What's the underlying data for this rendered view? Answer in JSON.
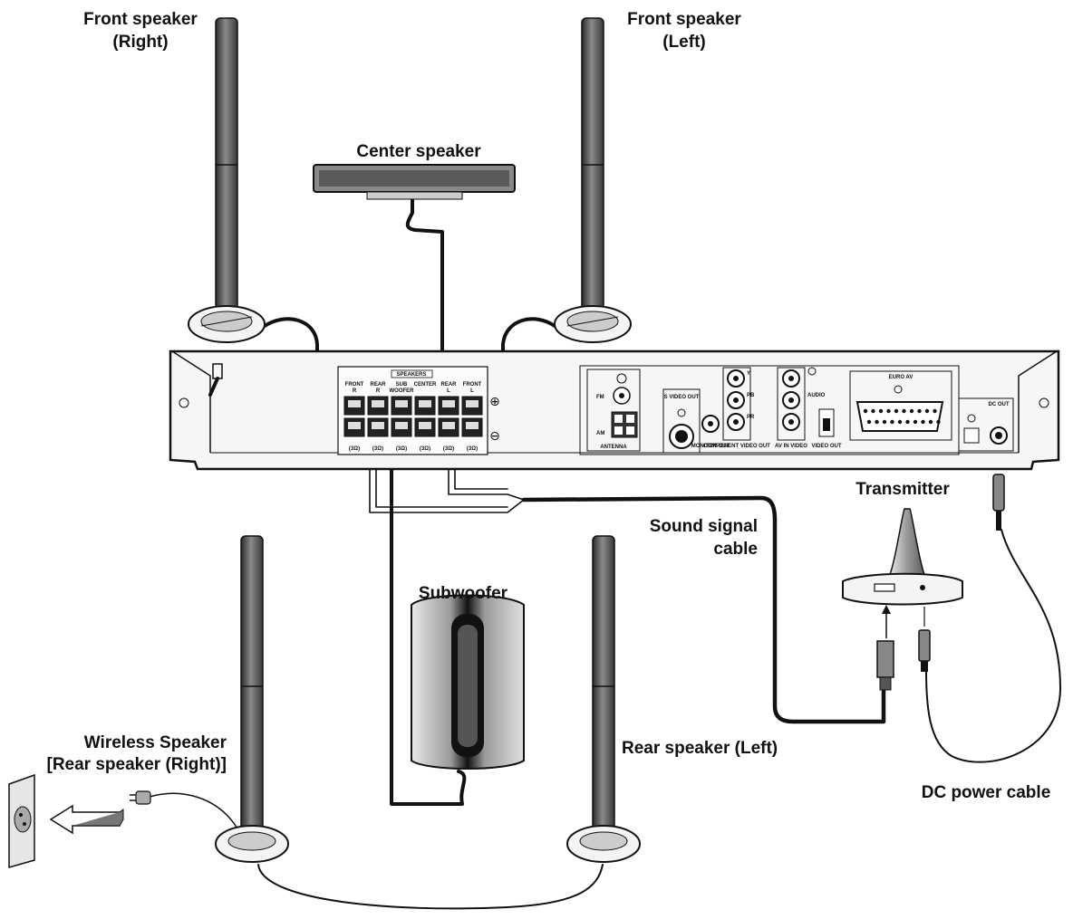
{
  "labels": {
    "front_right": [
      "Front speaker",
      "(Right)"
    ],
    "front_left": [
      "Front speaker",
      "(Left)"
    ],
    "center": "Center speaker",
    "transmitter": "Transmitter",
    "sound_signal": [
      "Sound signal",
      "cable"
    ],
    "subwoofer": "Subwoofer",
    "wireless": [
      "Wireless Speaker",
      "[Rear speaker (Right)]"
    ],
    "rear_left": "Rear speaker (Left)",
    "dc_power": "DC power cable"
  },
  "panel": {
    "speakers_header": "SPEAKERS",
    "terminals": [
      "FRONT R",
      "REAR R",
      "SUB WOOFER",
      "CENTER",
      "REAR L",
      "FRONT L"
    ],
    "impedance": [
      "(3Ω)",
      "(3Ω)",
      "(3Ω)",
      "(3Ω)",
      "(3Ω)",
      "(3Ω)"
    ],
    "antenna": "ANTENNA",
    "fm": "FM",
    "am": "AM",
    "s_video_out": "S VIDEO OUT",
    "monitor_out": "MONITOR OUT",
    "component_video_out": "COMPONENT VIDEO OUT",
    "component_labels": [
      "Y",
      "PB",
      "PR"
    ],
    "audio": "AUDIO",
    "av_in": "AV IN VIDEO",
    "video_out_select": "VIDEO OUT",
    "euro_av": "EURO AV",
    "dc_out": "DC OUT",
    "plus": "⊕",
    "minus": "⊖"
  },
  "colors": {
    "line": "#111111",
    "device_fill": "#f3f3f3",
    "speaker_grey": "#707070"
  }
}
